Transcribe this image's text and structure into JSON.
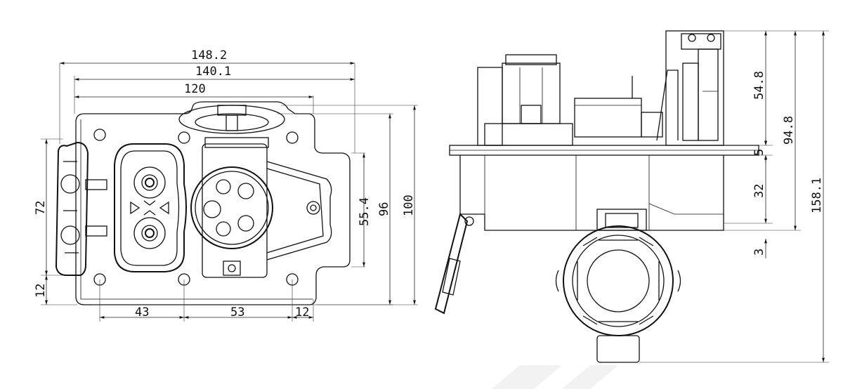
{
  "front_view": {
    "width_overall": "148.2",
    "width_body": "140.1",
    "width_holes": "120",
    "height_left": "72",
    "height_inner": "55.4",
    "height_holes": "96",
    "height_overall": "100",
    "bottom_hole_offset": "12",
    "bottom_spacing_1": "43",
    "bottom_spacing_2": "53",
    "bottom_spacing_3": "12"
  },
  "side_view": {
    "dim_top": "54.8",
    "dim_upper": "94.8",
    "dim_flange": "5",
    "dim_body": "32",
    "dim_gap": "3",
    "dim_total": "158.1"
  }
}
